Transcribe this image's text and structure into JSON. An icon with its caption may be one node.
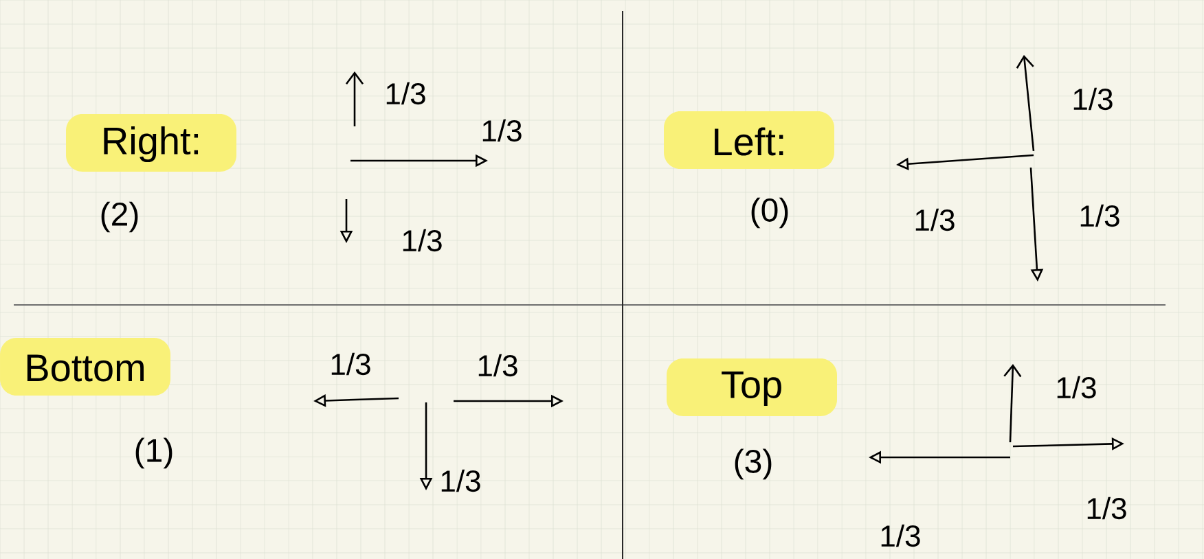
{
  "diagram": {
    "labels": [
      "Right:",
      "(2)",
      "1/3",
      "1/3",
      "1/3",
      "Left:",
      "(0)",
      "1/3",
      "1/3",
      "1/3",
      "Bottom",
      "(1)",
      "1/3",
      "1/3",
      "1/3",
      "Top",
      "(3)",
      "1/3",
      "1/3",
      "1/3"
    ]
  }
}
